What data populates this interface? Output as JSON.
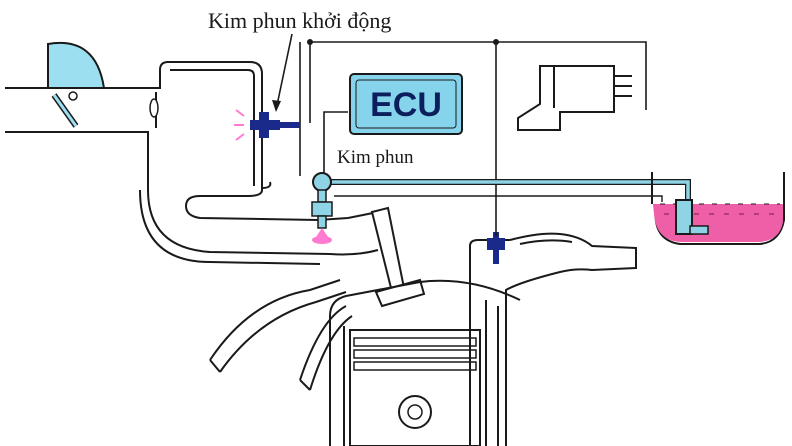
{
  "labels": {
    "cold_start_injector": "Kim phun khởi động",
    "injector": "Kim phun",
    "ecu": "ECU"
  },
  "colors": {
    "outline": "#1a1a1a",
    "fuel_line": "#8fd3e6",
    "ecu_fill": "#86d3ec",
    "ecu_text": "#0b1f5c",
    "fuel_tank_fuel": "#ef5fa8",
    "injector_part": "#1a2a8a",
    "spray": "#ff7ad0",
    "throttle_blue": "#9bdff0"
  },
  "icons": {
    "ecu": "ecu-box-icon",
    "fuel_pump": "fuel-pump-icon",
    "relay": "timer-switch-icon",
    "throttle": "throttle-valve-icon",
    "temp_sensor": "thermo-time-switch-icon"
  }
}
